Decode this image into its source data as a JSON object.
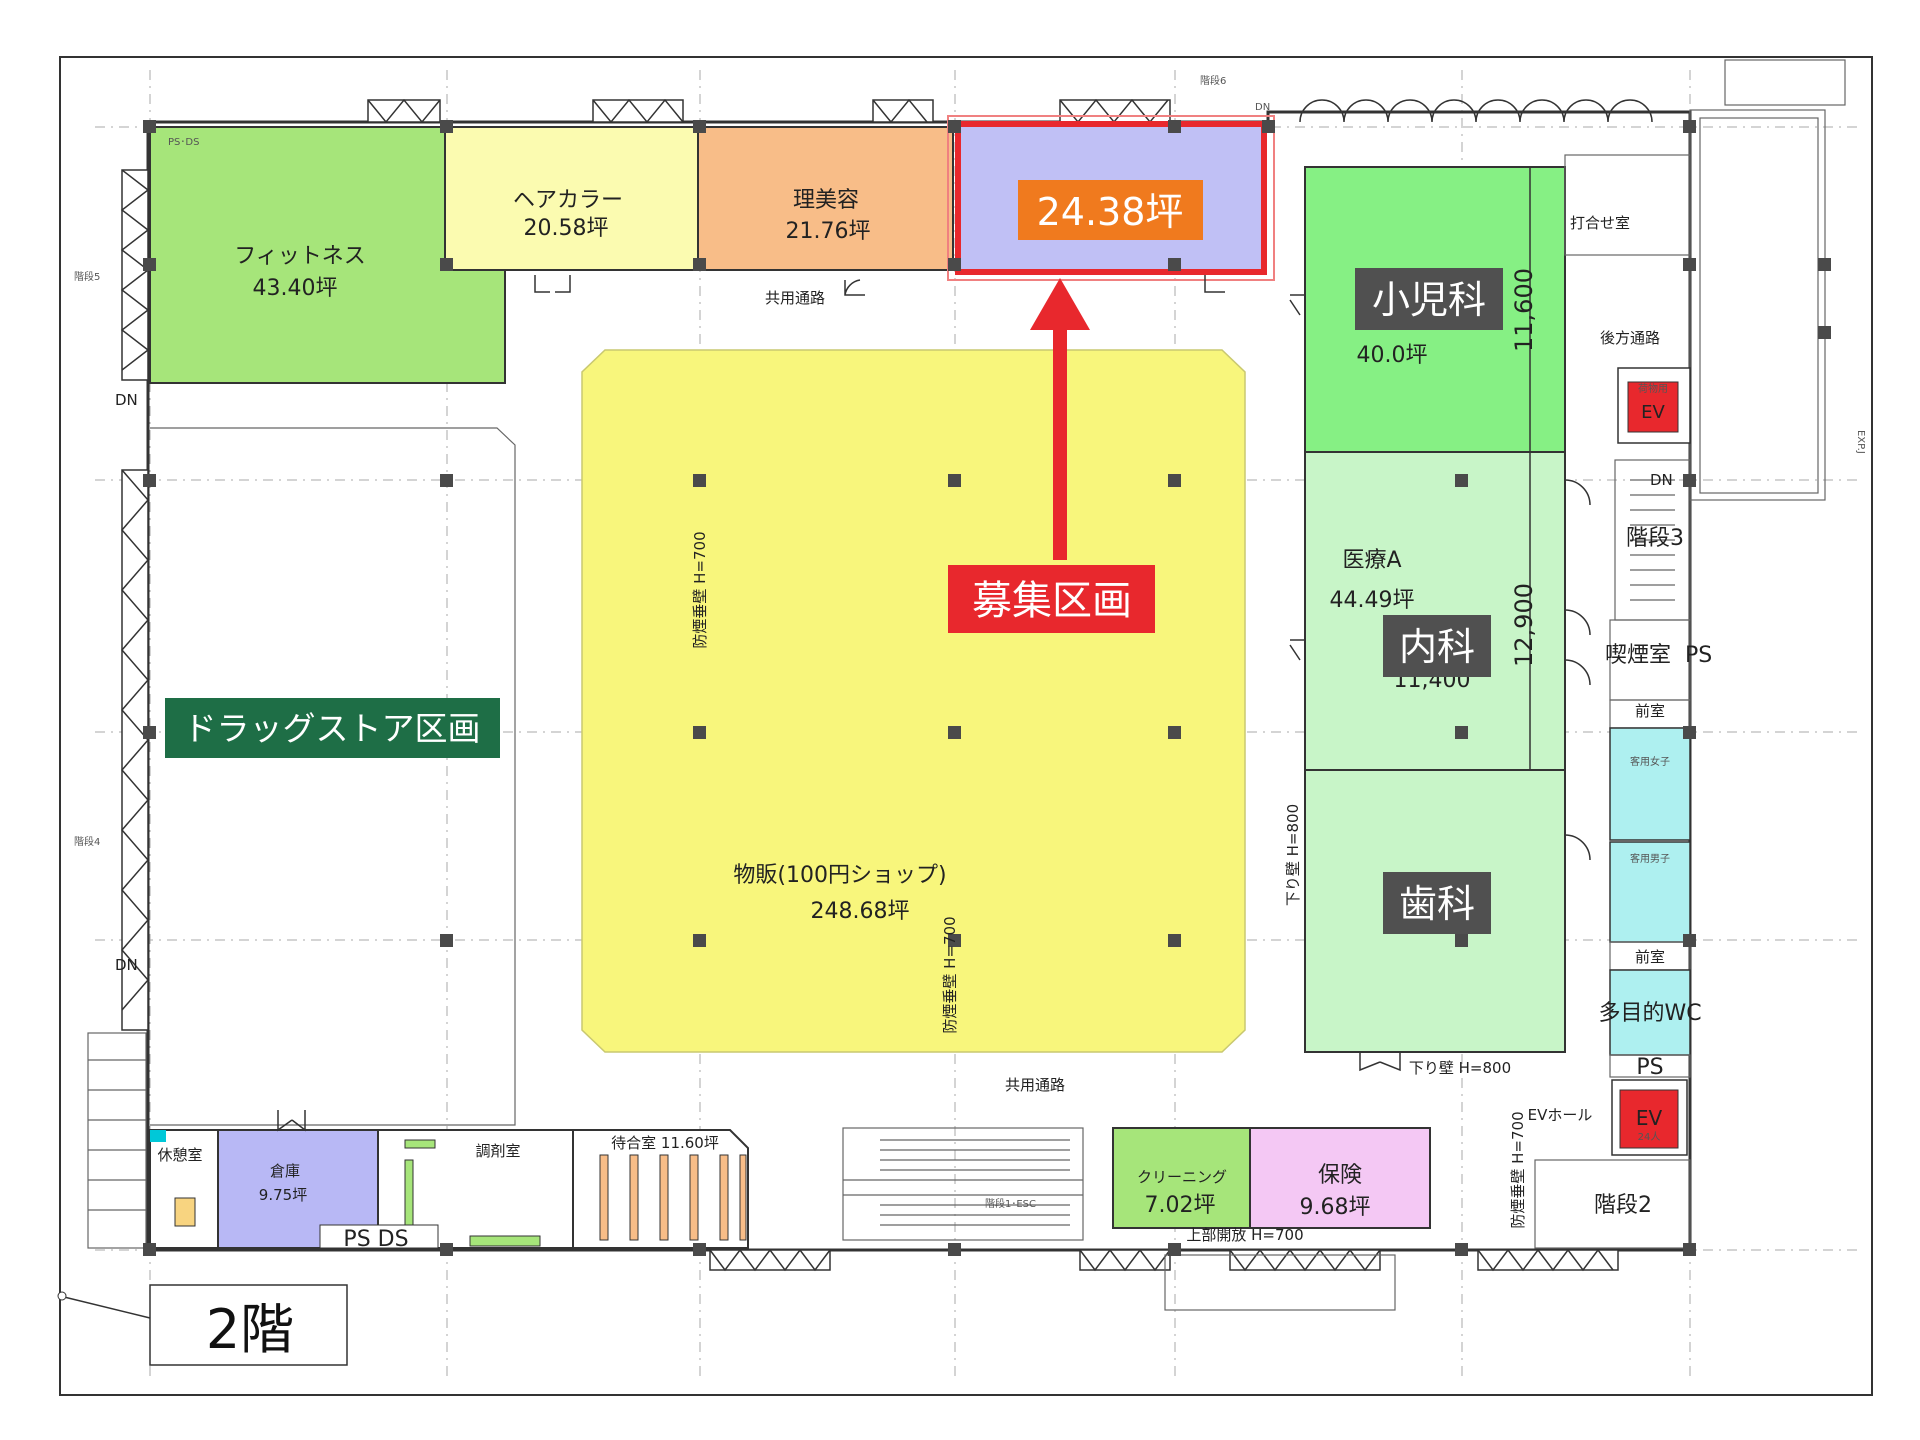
{
  "floor_label": "2階",
  "highlight": {
    "area": "24.38坪",
    "callout": "募集区画"
  },
  "zone_colors": {
    "fitness": "#a6e57a",
    "hair_color": "#fbfbb0",
    "barber": "#f8bd88",
    "vacant": "#c0c0f5",
    "shop": "#f8f67c",
    "pediatrics": "#86f084",
    "medical": "#c8f5c8",
    "cleaning": "#a6e57a",
    "insurance": "#f4c8f4",
    "storage": "#b8b8f5",
    "accent_red": "#e8282d",
    "accent_orange": "#f07a1e",
    "dark_label": "#505050",
    "drugstore_label": "#1e6e46"
  },
  "rooms": {
    "fitness": {
      "name": "フィットネス",
      "area": "43.40坪"
    },
    "hair_color": {
      "name": "ヘアカラー",
      "area": "20.58坪"
    },
    "barber": {
      "name": "理美容",
      "area": "21.76坪"
    },
    "pediatrics": {
      "badge": "小児科",
      "area": "40.0坪"
    },
    "medical_a": {
      "name": "医療A",
      "area": "44.49坪"
    },
    "internal": {
      "badge": "内科"
    },
    "dental": {
      "badge": "歯科"
    },
    "drugstore": {
      "badge": "ドラッグストア区画"
    },
    "shop": {
      "name": "物販(100円ショップ)",
      "area": "248.68坪"
    },
    "storage": {
      "name": "倉庫",
      "area": "9.75坪"
    },
    "rest": {
      "name": "休憩室"
    },
    "pharmacy": {
      "name": "調剤室"
    },
    "waiting": {
      "name": "待合室 11.60坪"
    },
    "cleaning": {
      "name": "クリーニング",
      "area": "7.02坪"
    },
    "insurance": {
      "name": "保険",
      "area": "9.68坪"
    },
    "meeting": {
      "name": "打合せ室"
    },
    "smoking": {
      "name": "喫煙室"
    },
    "front1": {
      "name": "前室"
    },
    "front2": {
      "name": "前室"
    },
    "multi_wc": {
      "name": "多目的WC"
    },
    "stair2": {
      "name": "階段2"
    },
    "stair3": {
      "name": "階段3"
    },
    "ev_hall": {
      "name": "EVホール"
    }
  },
  "labels": {
    "common_corridor": "共用通路",
    "rear_corridor": "後方通路",
    "ps_ds_top": "PS･DS",
    "ps_ds_bottom": "PS DS",
    "ps1": "PS",
    "ps2": "PS",
    "ev1": "EV",
    "ev2": "EV",
    "dn1": "DN",
    "dn2": "DN",
    "dn3": "DN",
    "dn4": "DN",
    "upper_open": "上部開放 H=700",
    "smoke_wall_1": "防煙垂壁 H=700",
    "smoke_wall_2": "防煙垂壁 H=700",
    "smoke_wall_3": "防煙垂壁 H=700",
    "hanging_wall_1": "下り壁 H=800",
    "hanging_wall_2": "下り壁 H=800",
    "dim_11600": "11,600",
    "dim_12900": "12,900",
    "dim_11400": "11,400",
    "escalator": "階段1･ESC",
    "stair4": "階段4",
    "stair5": "階段5",
    "stair6": "階段6",
    "exp_j": "EXP.J",
    "women_wc": "客用女子",
    "men_wc": "客用男子",
    "ev_capacity": "24人",
    "freight": "荷物用"
  }
}
